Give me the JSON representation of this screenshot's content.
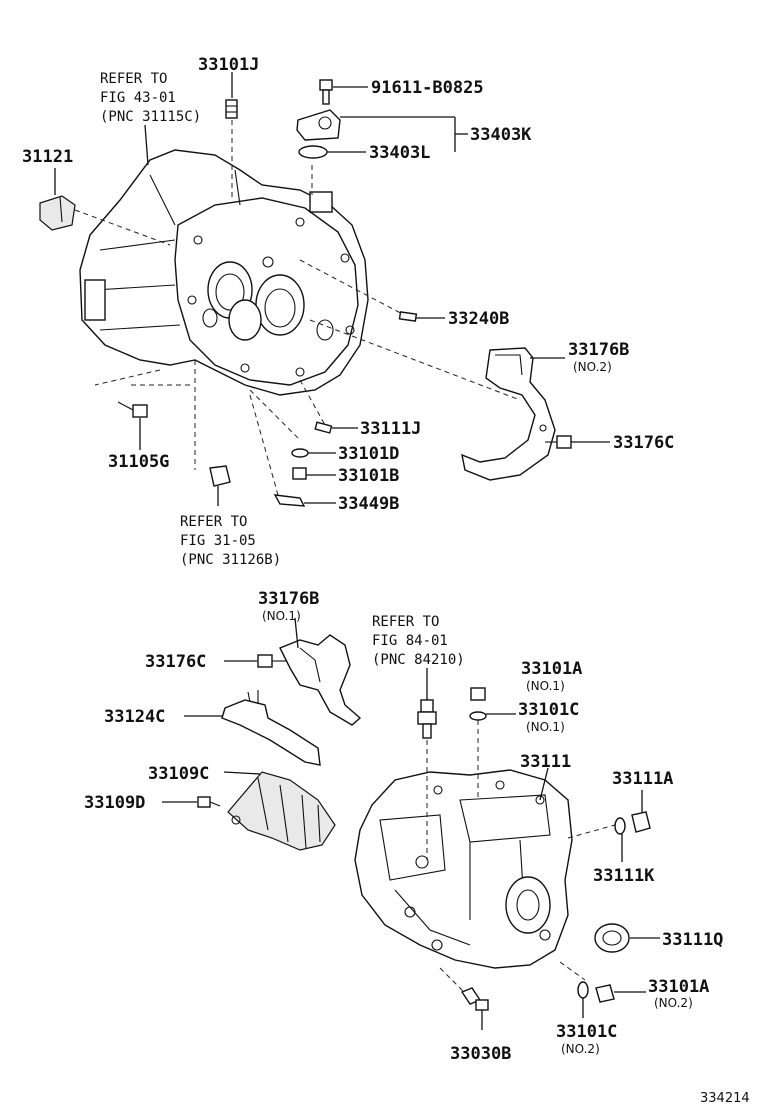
{
  "labels": {
    "p31121": "31121",
    "p33101J": "33101J",
    "p91611": "91611-B0825",
    "p33403K": "33403K",
    "p33403L": "33403L",
    "p33240B": "33240B",
    "p33176B_top": "33176B",
    "p33176B_top_note": "(NO.2)",
    "p33176C_top": "33176C",
    "p33111J": "33111J",
    "p33101D": "33101D",
    "p33101B": "33101B",
    "p33449B": "33449B",
    "p31105G": "31105G",
    "p33176B_bot": "33176B",
    "p33176B_bot_note": "(NO.1)",
    "p33176C_bot": "33176C",
    "p33124C": "33124C",
    "p33109C": "33109C",
    "p33109D": "33109D",
    "p33101A_top": "33101A",
    "p33101A_top_note": "(NO.1)",
    "p33101C_top": "33101C",
    "p33101C_top_note": "(NO.1)",
    "p33111": "33111",
    "p33111A": "33111A",
    "p33111K": "33111K",
    "p33111Q": "33111Q",
    "p33101A_bot": "33101A",
    "p33101A_bot_note": "(NO.2)",
    "p33101C_bot": "33101C",
    "p33101C_bot_note": "(NO.2)",
    "p33030B": "33030B"
  },
  "refs": {
    "fig43": [
      "REFER TO",
      "FIG 43-01",
      "(PNC 31115C)"
    ],
    "fig31": [
      "REFER TO",
      "FIG 31-05",
      "(PNC 31126B)"
    ],
    "fig84": [
      "REFER TO",
      "FIG 84-01",
      "(PNC 84210)"
    ]
  },
  "catalog_number": "334214"
}
